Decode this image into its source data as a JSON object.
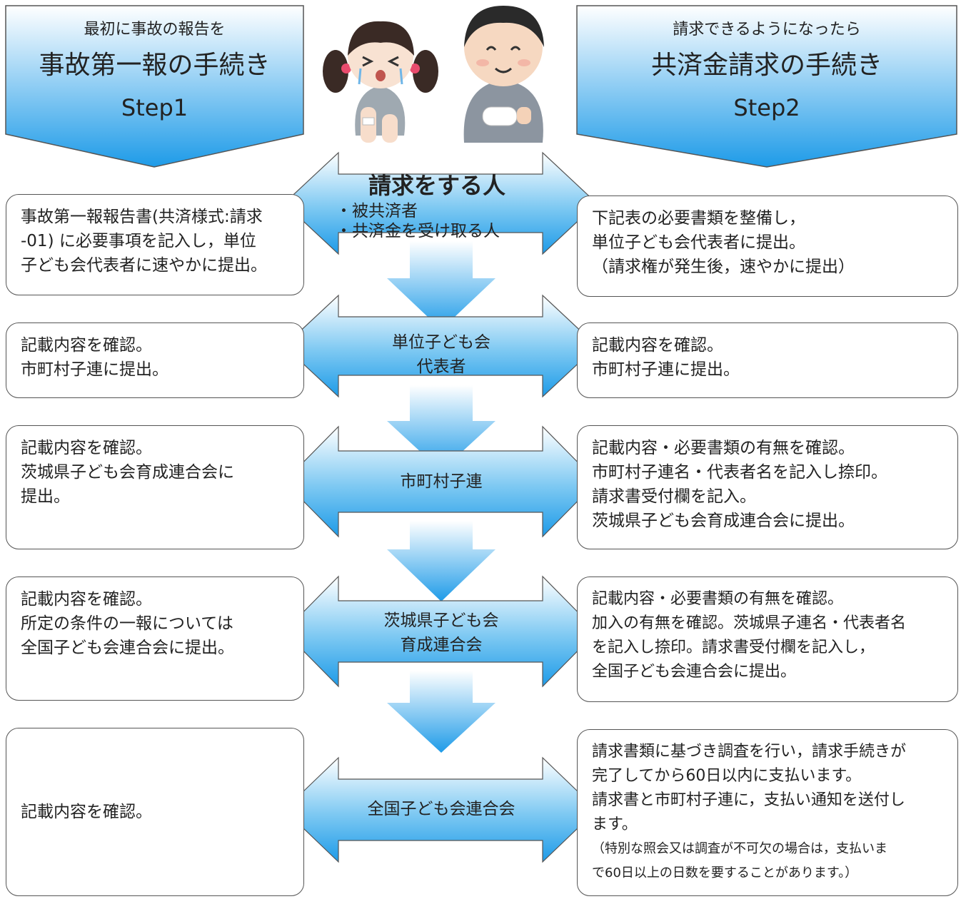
{
  "step1": {
    "subtitle": "最初に事故の報告を",
    "title": "事故第一報の手続き",
    "step": "Step1"
  },
  "step2": {
    "subtitle": "請求できるようになったら",
    "title": "共済金請求の手続き",
    "step": "Step2"
  },
  "flow": [
    {
      "title": "請求をする人",
      "items": [
        "・被共済者",
        "・共済金を受け取る人"
      ]
    },
    {
      "lines": [
        "単位子ども会",
        "代表者"
      ]
    },
    {
      "lines": [
        "市町村子連"
      ]
    },
    {
      "lines": [
        "茨城県子ども会",
        "育成連合会"
      ]
    },
    {
      "lines": [
        "全国子ども会連合会"
      ]
    }
  ],
  "left_boxes": [
    {
      "lines": [
        "事故第一報報告書(共済様式:請求",
        "-01) に必要事項を記入し，単位",
        "子ども会代表者に速やかに提出。"
      ]
    },
    {
      "lines": [
        "記載内容を確認。",
        "市町村子連に提出。"
      ]
    },
    {
      "lines": [
        "記載内容を確認。",
        "茨城県子ども会育成連合会に",
        "提出。"
      ]
    },
    {
      "lines": [
        "記載内容を確認。",
        "所定の条件の一報については",
        "全国子ども会連合会に提出。"
      ]
    },
    {
      "lines": [
        "記載内容を確認。"
      ]
    }
  ],
  "right_boxes": [
    {
      "lines": [
        "下記表の必要書類を整備し，",
        "単位子ども会代表者に提出。",
        "（請求権が発生後，速やかに提出）"
      ]
    },
    {
      "lines": [
        "記載内容を確認。",
        "市町村子連に提出。"
      ]
    },
    {
      "lines": [
        "記載内容・必要書類の有無を確認。",
        "市町村子連名・代表者名を記入し捺印。",
        "請求書受付欄を記入。",
        "茨城県子ども会育成連合会に提出。"
      ]
    },
    {
      "lines": [
        "記載内容・必要書類の有無を確認。",
        "加入の有無を確認。茨城県子連名・代表者名",
        "を記入し捺印。請求書受付欄を記入し，",
        "全国子ども会連合会に提出。"
      ]
    },
    {
      "lines": [
        "請求書類に基づき調査を行い，請求手続きが",
        "完了してから60日以内に支払います。",
        "請求書と市町村子連に，支払い通知を送付し",
        "ます。"
      ],
      "note": [
        "（特別な照会又は調査が不可欠の場合は，支払いま",
        "で60日以上の日数を要することがあります。）"
      ]
    }
  ],
  "colors": {
    "blue_top": "#ffffff",
    "blue_bottom": "#1e9be8",
    "stroke": "#555555"
  }
}
